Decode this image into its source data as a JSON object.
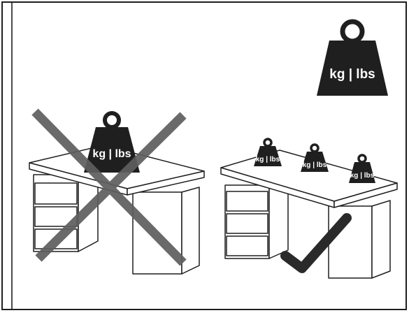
{
  "weight_label": "kg | lbs",
  "colors": {
    "ink": "#1f1f1f",
    "cross": "#5e5e5e",
    "check": "#2a2a2a",
    "paper": "#ffffff"
  },
  "illustrations": [
    {
      "name": "weight-legend",
      "verdict": "legend",
      "icons": [
        "weight-icon"
      ]
    },
    {
      "name": "desk-with-single-heavy-weight",
      "verdict": "incorrect",
      "icons": [
        "desk-icon",
        "weight-icon",
        "cross-icon"
      ]
    },
    {
      "name": "desk-with-distributed-weights",
      "verdict": "correct",
      "icons": [
        "desk-icon",
        "weight-icon",
        "weight-icon",
        "weight-icon",
        "checkmark-icon"
      ]
    }
  ]
}
